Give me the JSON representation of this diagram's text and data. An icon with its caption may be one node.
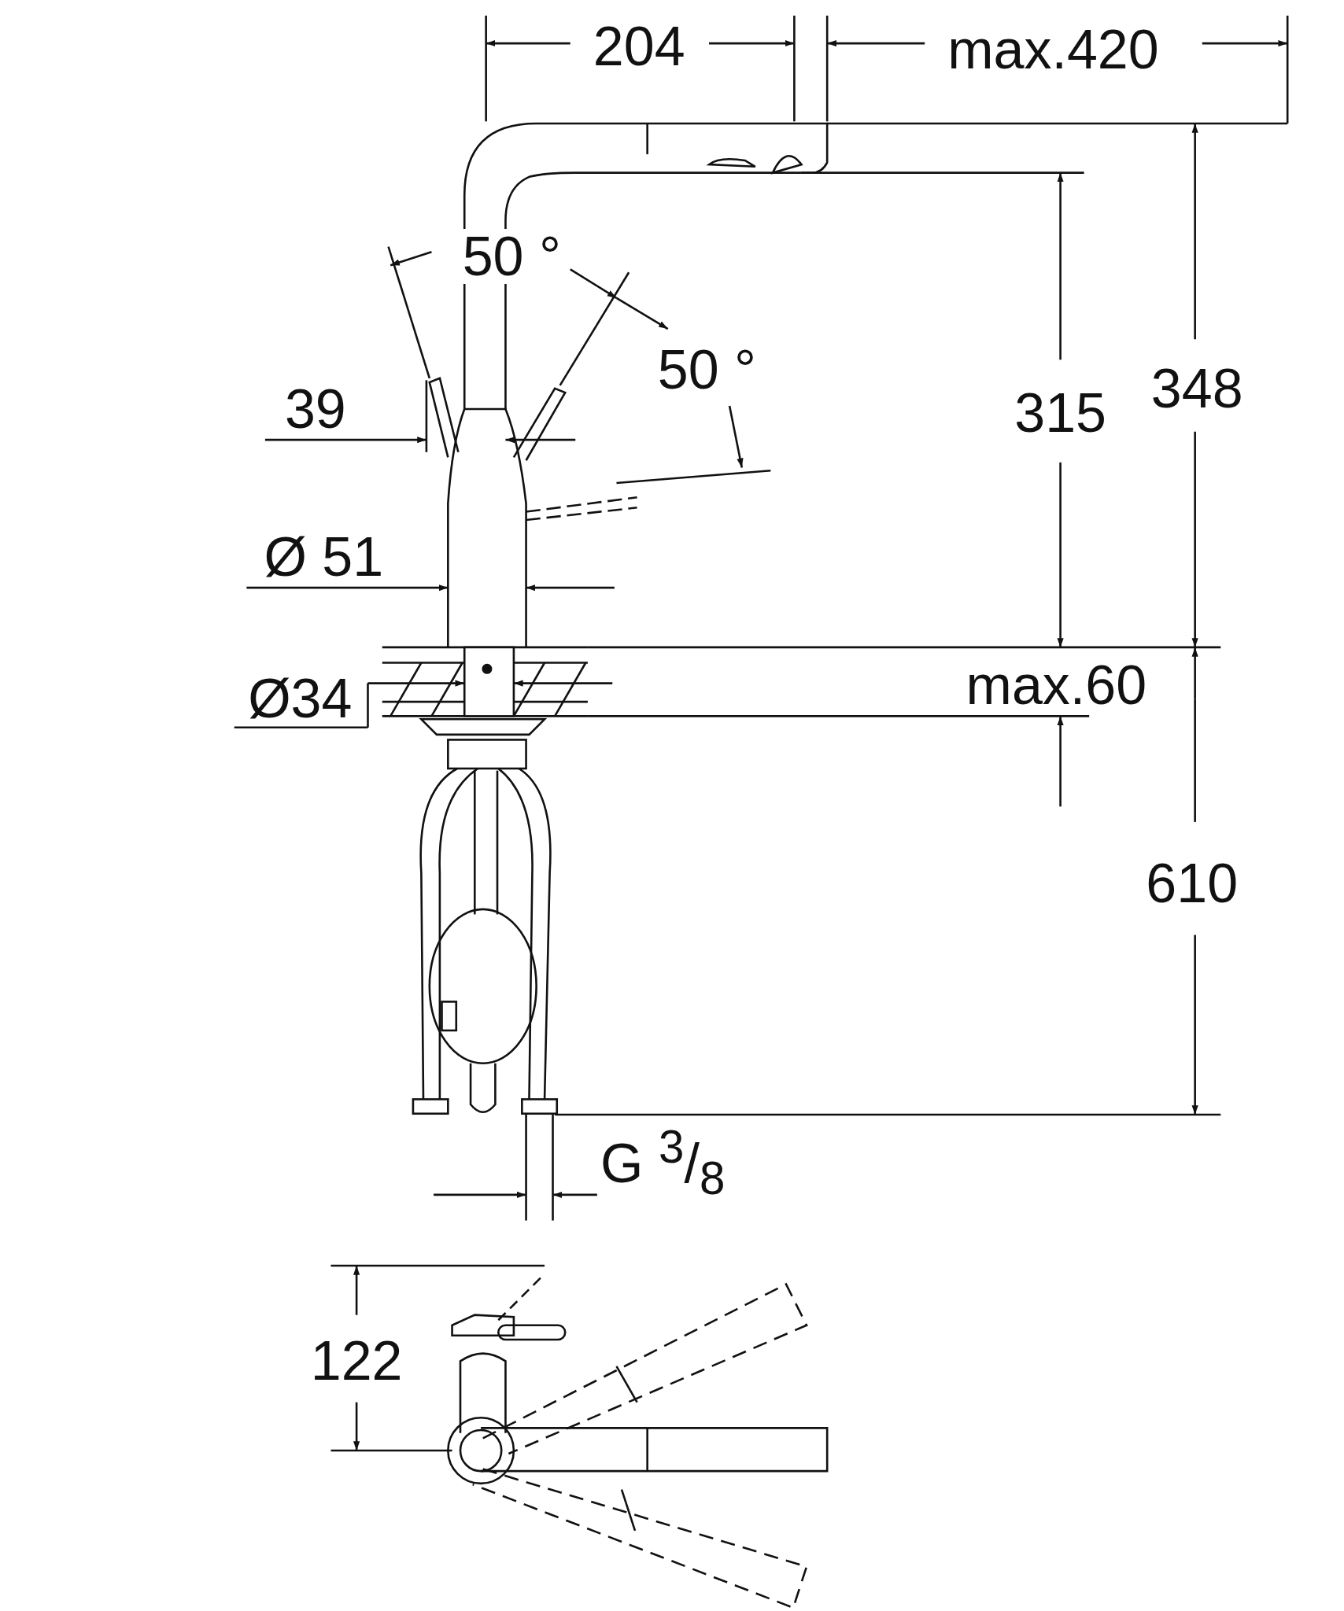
{
  "diagram": {
    "labels": [
      "204",
      "max.420",
      "50 °",
      "50 °",
      "39",
      "315",
      "348",
      "Ø 51",
      "Ø34",
      "max.60",
      "610",
      "G $^{3}$/$_{8}$",
      "122"
    ]
  }
}
